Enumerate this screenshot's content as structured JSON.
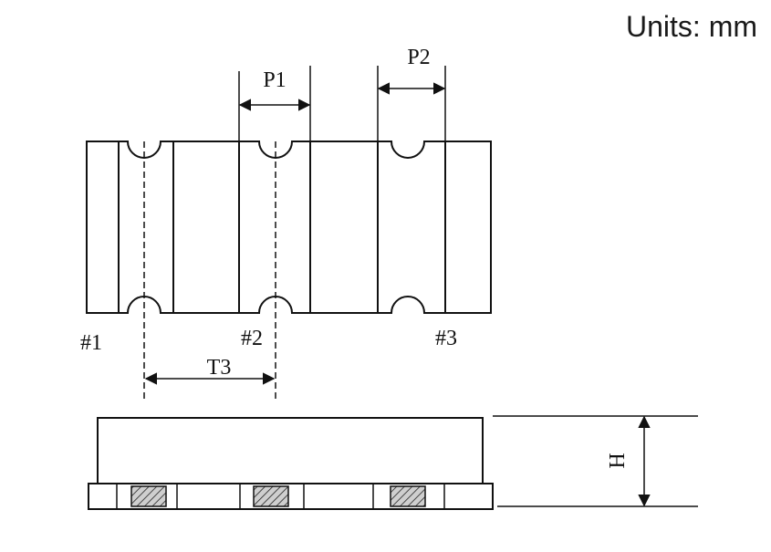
{
  "diagram": {
    "units_label": "Units: mm",
    "dimensions": {
      "p1": "P1",
      "p2": "P2",
      "t3": "T3",
      "h": "H"
    },
    "terminals": [
      "#1",
      "#2",
      "#3"
    ]
  }
}
